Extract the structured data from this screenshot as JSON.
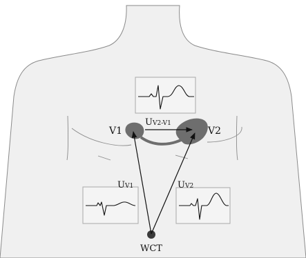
{
  "electrodes": {
    "v1": "V1",
    "v2": "V2",
    "wct": "WCT"
  },
  "voltages": {
    "diff_main": "U",
    "diff_sub": "V2-V1",
    "uv1_main": "U",
    "uv1_sub": "V1",
    "uv2_main": "U",
    "uv2_sub": "V2"
  },
  "colors": {
    "torso_fill": "#f0f0f0",
    "torso_outline": "#8a8a8a",
    "electrode": "#6e6e6e",
    "wct_terminal": "#3a3a3a",
    "arrows": "#111111"
  }
}
